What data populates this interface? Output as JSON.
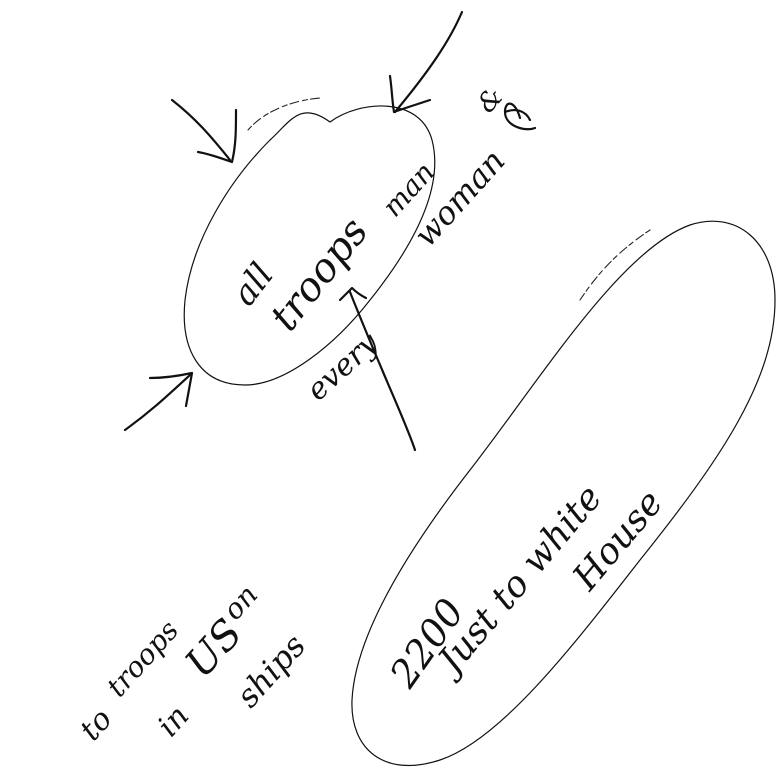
{
  "notes": {
    "cluster_top": {
      "line1": "all",
      "line2": "troops"
    },
    "cluster_right": {
      "line1": "man",
      "line2": "&",
      "line3": "woman",
      "line4": "every"
    },
    "cluster_bottom_left": {
      "line1": "to",
      "line2": "troops",
      "line3": "in",
      "line4": "US",
      "line5": "on",
      "line6": "ships"
    },
    "cluster_bottom_right": {
      "line1": "2200",
      "line2": "Just to white",
      "line3": "House"
    }
  },
  "colors": {
    "ink": "#111111",
    "paper": "#ffffff"
  }
}
